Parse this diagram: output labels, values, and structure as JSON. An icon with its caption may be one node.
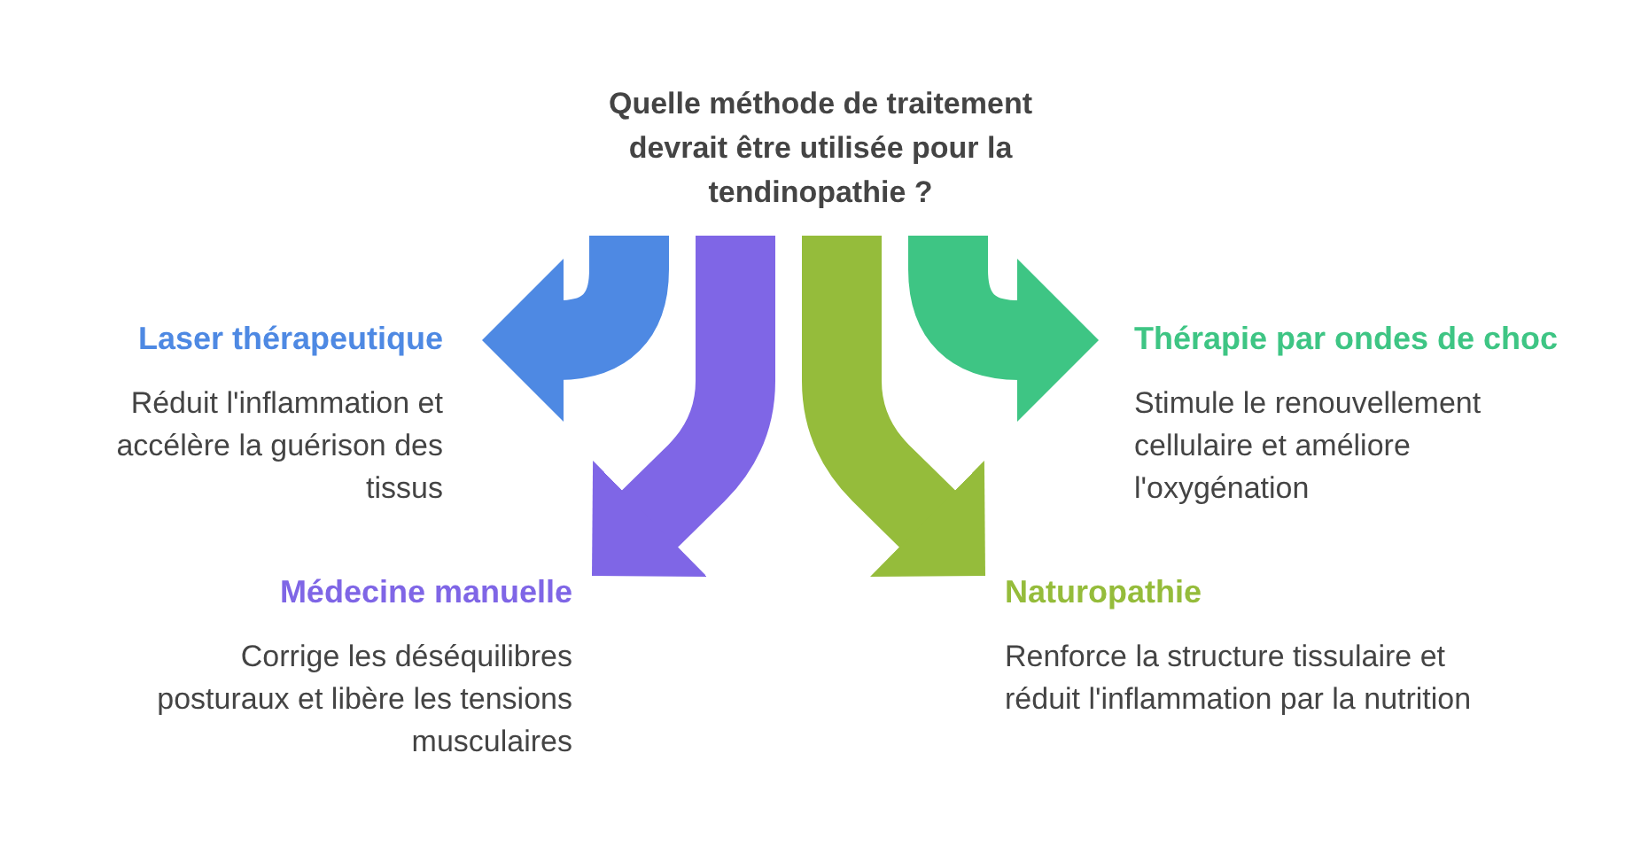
{
  "diagram": {
    "nodes": [
      {
        "text": [
          "Quelle méthode de traitement devrait être utilisée pour la tendinopathie ?"
        ]
      },
      {
        "text": [
          "Laser thérapeutique",
          "Réduit l'inflammation et accélère la guérison des tissus"
        ]
      },
      {
        "text": [
          "Médecine manuelle",
          "Corrige les déséquilibres posturaux et libère les tensions musculaires"
        ]
      },
      {
        "text": [
          "Naturopathie",
          "Renforce la structure tissulaire et réduit l'inflammation par la nutrition"
        ]
      },
      {
        "text": [
          "Thérapie par ondes de choc",
          "Stimule le renouvellement cellulaire et améliore l'oxygénation"
        ]
      }
    ],
    "edges": [
      {
        "from": 0,
        "to": 1,
        "arrow": "to",
        "color": "#4e89e3"
      },
      {
        "from": 0,
        "to": 2,
        "arrow": "to",
        "color": "#7f66e6"
      },
      {
        "from": 0,
        "to": 3,
        "arrow": "to",
        "color": "#95bc3b"
      },
      {
        "from": 0,
        "to": 4,
        "arrow": "to",
        "color": "#3ec584"
      }
    ]
  }
}
